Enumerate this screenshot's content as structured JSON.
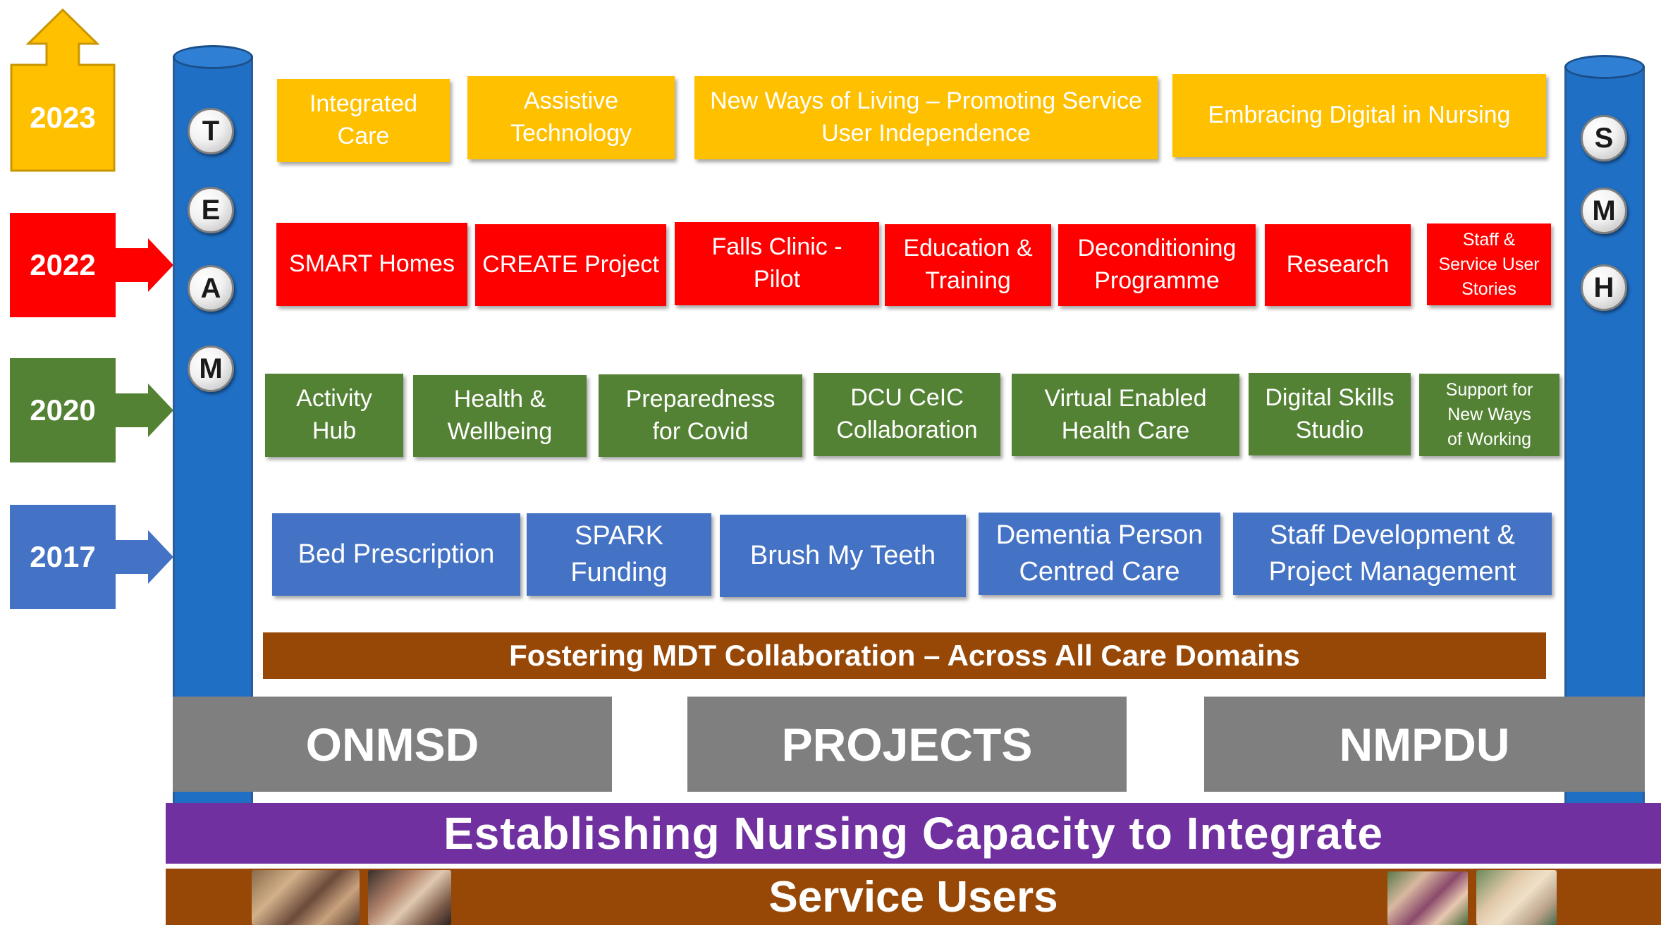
{
  "years": {
    "y2023": "2023",
    "y2022": "2022",
    "y2020": "2020",
    "y2017": "2017"
  },
  "colors": {
    "yellow": "#FFC000",
    "red": "#FF0000",
    "green": "#548235",
    "blue": "#4472C4",
    "brown": "#974806",
    "purple": "#7030A0",
    "grey": "#7F7F7F",
    "pillar": "#1F6FC5"
  },
  "team_letters": [
    "T",
    "E",
    "A",
    "M"
  ],
  "smh_letters": [
    "S",
    "M",
    "H"
  ],
  "row_2023": [
    "Integrated\nCare",
    "Assistive\nTechnology",
    "New Ways of Living – Promoting Service\nUser Independence",
    "Embracing Digital in Nursing"
  ],
  "row_2022": [
    "SMART Homes",
    "CREATE Project",
    "Falls Clinic -\nPilot",
    "Education &\nTraining",
    "Deconditioning\nProgramme",
    "Research",
    "Staff &\nService User\nStories"
  ],
  "row_2020": [
    "Activity\nHub",
    "Health &\nWellbeing",
    "Preparedness\nfor Covid",
    "DCU CeIC\nCollaboration",
    "Virtual Enabled\nHealth Care",
    "Digital Skills\nStudio",
    "Support for\nNew Ways\nof Working"
  ],
  "row_2017": [
    "Bed Prescription",
    "SPARK\nFunding",
    "Brush My Teeth",
    "Dementia Person\nCentred Care",
    "Staff Development &\nProject Management"
  ],
  "mdt_banner": "Fostering MDT Collaboration – Across All Care Domains",
  "bases": [
    "ONMSD",
    "PROJECTS",
    "NMPDU"
  ],
  "capacity_banner": "Establishing Nursing Capacity to Integrate",
  "service_users_banner": "Service Users"
}
